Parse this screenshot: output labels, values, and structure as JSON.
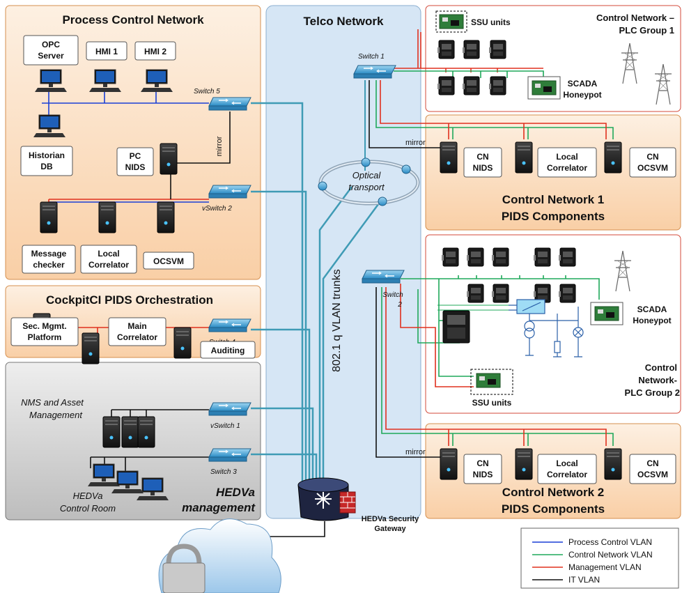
{
  "pcn": {
    "title": "Process Control Network",
    "opc": [
      "OPC",
      "Server"
    ],
    "hmi1": "HMI 1",
    "hmi2": "HMI 2",
    "historian": [
      "Historian",
      "DB"
    ],
    "pc_nids": [
      "PC",
      "NIDS"
    ],
    "switch5": "Switch 5",
    "vswitch2": "vSwitch 2",
    "mirror": "mirror",
    "message_checker": [
      "Message",
      "checker"
    ],
    "local_correlator": [
      "Local",
      "Correlator"
    ],
    "ocsvm": "OCSVM"
  },
  "cockpit": {
    "title": "CockpitCI PIDS Orchestration",
    "sec_mgmt": [
      "Sec. Mgmt.",
      "Platform"
    ],
    "main_correlator": [
      "Main",
      "Correlator"
    ],
    "auditing": "Auditing",
    "switch4": "Switch 4"
  },
  "hedva_mgmt": {
    "nms": [
      "NMS and Asset",
      "Management"
    ],
    "control_room": [
      "HEDVa",
      "Control Room"
    ],
    "title": [
      "HEDVa",
      "management"
    ],
    "vswitch1": "vSwitch 1",
    "switch3": "Switch 3"
  },
  "telco": {
    "title": "Telco Network",
    "switch1": "Switch 1",
    "switch2": [
      "Switch",
      "2"
    ],
    "optical": [
      "Optical",
      "transport"
    ],
    "trunks": "802.1 q VLAN trunks",
    "gateway": [
      "HEDVa Security",
      "Gateway"
    ]
  },
  "plc1": {
    "title": [
      "Control Network –",
      "PLC Group 1"
    ],
    "ssu": "SSU units",
    "scada": [
      "SCADA",
      "Honeypot"
    ]
  },
  "cn1": {
    "mirror": "mirror",
    "nids": [
      "CN",
      "NIDS"
    ],
    "correlator": [
      "Local",
      "Correlator"
    ],
    "ocsvm": [
      "CN",
      "OCSVM"
    ],
    "title": [
      "Control Network 1",
      "PIDS Components"
    ]
  },
  "plc2": {
    "scada": [
      "SCADA",
      "Honeypot"
    ],
    "ssu": "SSU units",
    "title": [
      "Control",
      "Network-",
      "PLC Group 2"
    ]
  },
  "cn2": {
    "mirror": "mirror",
    "nids": [
      "CN",
      "NIDS"
    ],
    "correlator": [
      "Local",
      "Correlator"
    ],
    "ocsvm": [
      "CN",
      "OCSVM"
    ],
    "title": [
      "Control Network 2",
      "PIDS Components"
    ]
  },
  "legend": {
    "items": [
      {
        "label": "Process Control VLAN",
        "color": "#1a3fd6"
      },
      {
        "label": "Control Network VLAN",
        "color": "#1fa85a"
      },
      {
        "label": "Management VLAN",
        "color": "#e0301e"
      },
      {
        "label": "IT VLAN",
        "color": "#111111"
      }
    ]
  },
  "colors": {
    "zone_orange": "#fbe3cc",
    "zone_blue": "#d6e6f5",
    "zone_gray": "#d9d9d9",
    "trunk": "#3f9bb5"
  }
}
